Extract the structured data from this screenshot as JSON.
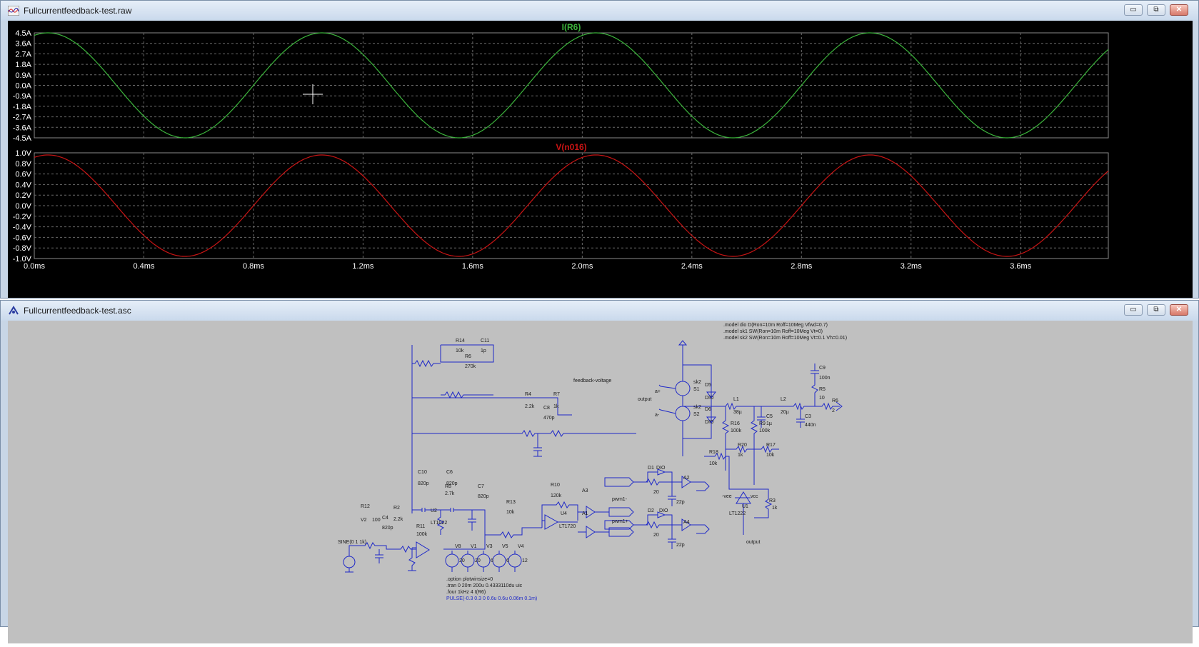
{
  "plot_window": {
    "title": "Fullcurrentfeedback-test.raw",
    "buttons": {
      "minimize": "▭",
      "restore": "⧉",
      "close": "✕"
    }
  },
  "schematic_window": {
    "title": "Fullcurrentfeedback-test.asc",
    "buttons": {
      "minimize": "▭",
      "restore": "⧉",
      "close": "✕"
    }
  },
  "colors": {
    "trace1": "#3cb43c",
    "trace2": "#c81414",
    "wire": "#1e28c8",
    "plot_bg": "#000000",
    "schematic_bg": "#c0c0c0"
  },
  "chart_data": [
    {
      "type": "line",
      "title": "I(R6)",
      "yticks": [
        "4.5A",
        "3.6A",
        "2.7A",
        "1.8A",
        "0.9A",
        "0.0A",
        "-0.9A",
        "-1.8A",
        "-2.7A",
        "-3.6A",
        "-4.5A"
      ],
      "ylim": [
        -4.5,
        4.5
      ],
      "xlim": [
        0,
        3.92
      ],
      "x_unit": "ms",
      "amplitude": 4.5,
      "period_ms": 1.0,
      "phase_peak_ms": 0.05,
      "grid": true
    },
    {
      "type": "line",
      "title": "V(n016)",
      "yticks": [
        "1.0V",
        "0.8V",
        "0.6V",
        "0.4V",
        "0.2V",
        "0.0V",
        "-0.2V",
        "-0.4V",
        "-0.6V",
        "-0.8V",
        "-1.0V"
      ],
      "ylim": [
        -1.0,
        1.0
      ],
      "xlim": [
        0,
        3.92
      ],
      "x_unit": "ms",
      "amplitude": 0.96,
      "period_ms": 1.0,
      "phase_peak_ms": 0.05,
      "xticks": [
        "0.0ms",
        "0.4ms",
        "0.8ms",
        "1.2ms",
        "1.6ms",
        "2.0ms",
        "2.4ms",
        "2.8ms",
        "3.2ms",
        "3.6ms"
      ],
      "grid": true
    }
  ],
  "schematic": {
    "models": [
      ".model dio D(Ron=10m Roff=10Meg Vfwd=0.7)",
      ".model sk1 SW(Ron=10m Roff=10Meg Vt=0)",
      ".model sk2 SW(Ron=10m Roff=10Meg Vt=0.1 Vh=0.01)"
    ],
    "directives": [
      ".option plotwinsize=0",
      ".tran 0 20m 200u 0.4333110du uic",
      ".four 1kHz 4 I(R6)"
    ],
    "pulse": "PULSE(-0.3 0.3 0 0.6u 0.6u 0.06m 0.1m)",
    "labels": {
      "r14": "R14",
      "r14v": "10k",
      "c11": "C11",
      "c11v": "1p",
      "r6": "R6",
      "r6v": "270k",
      "fb": "feedback-voltage",
      "r4": "R4",
      "r4v": "2.2k",
      "r7": "R7",
      "r7v": "1k",
      "c8": "C8",
      "c8v": "470p",
      "out": "output",
      "c10": "C10",
      "c10v": "820p",
      "c6": "C6",
      "c6v": "820p",
      "r8": "R8",
      "r8v": "2.7k",
      "c7": "C7",
      "c7v": "820p",
      "r13": "R13",
      "r13v": "10k",
      "u2": "U2",
      "lt1": "LT1022",
      "r12": "R12",
      "r12v": "100",
      "c4": "C4",
      "c4v": "820p",
      "r2": "R2",
      "r2v": "2.2k",
      "r11": "R11",
      "r11v": "100k",
      "v2": "V2",
      "sine": "SINE(0 1 1k)",
      "r10": "R10",
      "r10v": "120k",
      "u4": "U4",
      "lt2": "LT1720",
      "a1": "A1",
      "a3": "A3",
      "pwm": "pwm1-",
      "pwm2": "pwm1+",
      "v8": "V8",
      "v1": "V1",
      "v3": "V3",
      "v5": "V5",
      "v4": "V4",
      "v20": "20",
      "v6": "6",
      "v12": "12",
      "vee": "-vee",
      "vcc": "vcc",
      "d1": "D1",
      "dio": "DIO",
      "a2": "A2",
      "r20": "20",
      "c22": "22p",
      "d2": "D2",
      "a4": "A4",
      "s1": "S1",
      "s2": "S2",
      "sk2": "sk2",
      "d5": "D5",
      "d6": "D6",
      "l1": "L1",
      "l1v": "38µ",
      "l2": "L2",
      "l2v": "20µ",
      "r16": "R16",
      "r16v": "100k",
      "r9": "R9",
      "r9v": "100k",
      "c5": "C5",
      "c5v": "1µ",
      "c3": "C3",
      "c3v": "440n",
      "c9": "C9",
      "c9v": "100n",
      "r5": "R5",
      "r5v": "10",
      "r6b": "R6",
      "r6bv": "2",
      "r18": "R18",
      "r18v": "10k",
      "r20b": "R20",
      "r20bv": "1k",
      "r17": "R17",
      "r17v": "10k",
      "u1": "U1",
      "lt3": "LT1222",
      "r3": "R3",
      "r3v": "1k",
      "pa": "a+",
      "pb": "a-"
    }
  }
}
